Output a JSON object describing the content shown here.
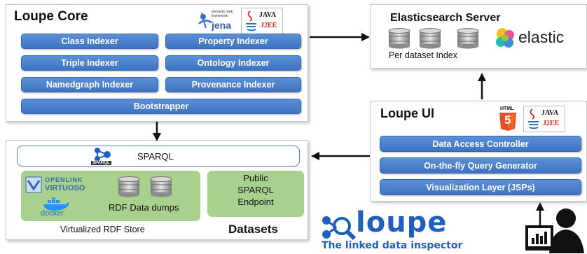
{
  "core": {
    "title": "Loupe Core",
    "buttons": [
      "Class Indexer",
      "Property Indexer",
      "Triple Indexer",
      "Ontology Indexer",
      "Namedgraph Indexer",
      "Provenance Indexer",
      "Bootstrapper"
    ],
    "jena_tagline": "semantic web framework",
    "jena_label": "jena",
    "java_label": "JAVA",
    "j2ee_label": "J2EE"
  },
  "elastic": {
    "title": "Elasticsearch Server",
    "caption": "Per dataset Index",
    "brand": "elastic"
  },
  "ui": {
    "title": "Loupe UI",
    "html_label": "HTML",
    "html_num": "5",
    "java_label": "JAVA",
    "j2ee_label": "J2EE",
    "buttons": [
      "Data Access Controller",
      "On-the-fly Query Generator",
      "Visualization Layer (JSPs)"
    ]
  },
  "datasets": {
    "title": "Datasets",
    "sparql_label": "SPARQL",
    "sparql_logo_text": "SPARQL",
    "openlink": "OPENLINK",
    "virtuoso": "VIRTUOSO",
    "docker": "docker",
    "dumps": "RDF Data dumps",
    "store_caption": "Virtualized RDF Store",
    "public_endpoint": "Public\nSPARQL\nEndpoint"
  },
  "brand": {
    "name": "loupe",
    "tagline": "The linked data inspector"
  },
  "colors": {
    "button_blue": "#4a7fcb",
    "green": "#a9d18e",
    "loupe_blue": "#1f5fbf",
    "elastic_yellow": "#f0bf1a",
    "elastic_teal": "#24bbb1",
    "elastic_pink": "#ef5098",
    "html5_orange": "#e44d26"
  }
}
